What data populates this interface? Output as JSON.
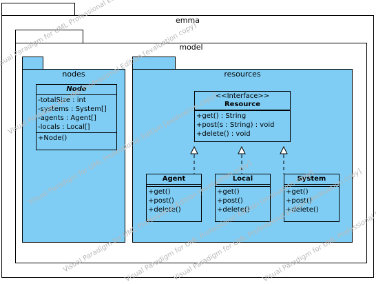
{
  "packages": {
    "emma": "emma",
    "model": "model",
    "nodes": "nodes",
    "resources": "resources"
  },
  "classes": {
    "node": {
      "name": "Node",
      "attributes": [
        "-totalSize : int",
        "-systems : System[]",
        "-agents : Agent[]",
        "-locals : Local[]"
      ],
      "operations": [
        "+Node()"
      ]
    },
    "resource": {
      "stereotype": "<<Interface>>",
      "name": "Resource",
      "operations": [
        "+get() : String",
        "+post(s : String) : void",
        "+delete() : void"
      ]
    },
    "agent": {
      "name": "Agent",
      "operations": [
        "+get()",
        "+post()",
        "+delete()"
      ]
    },
    "local": {
      "name": "Local",
      "operations": [
        "+get()",
        "+post()",
        "+delete()"
      ]
    },
    "system": {
      "name": "System",
      "operations": [
        "+get()",
        "+post()",
        "+delete()"
      ]
    }
  },
  "watermark": "Visual Paradigm for UML Professional Edition [evaluation copy]",
  "colors": {
    "class_fill": "#7fcdf4",
    "border": "#000000",
    "watermark": "#b8b8b8"
  }
}
